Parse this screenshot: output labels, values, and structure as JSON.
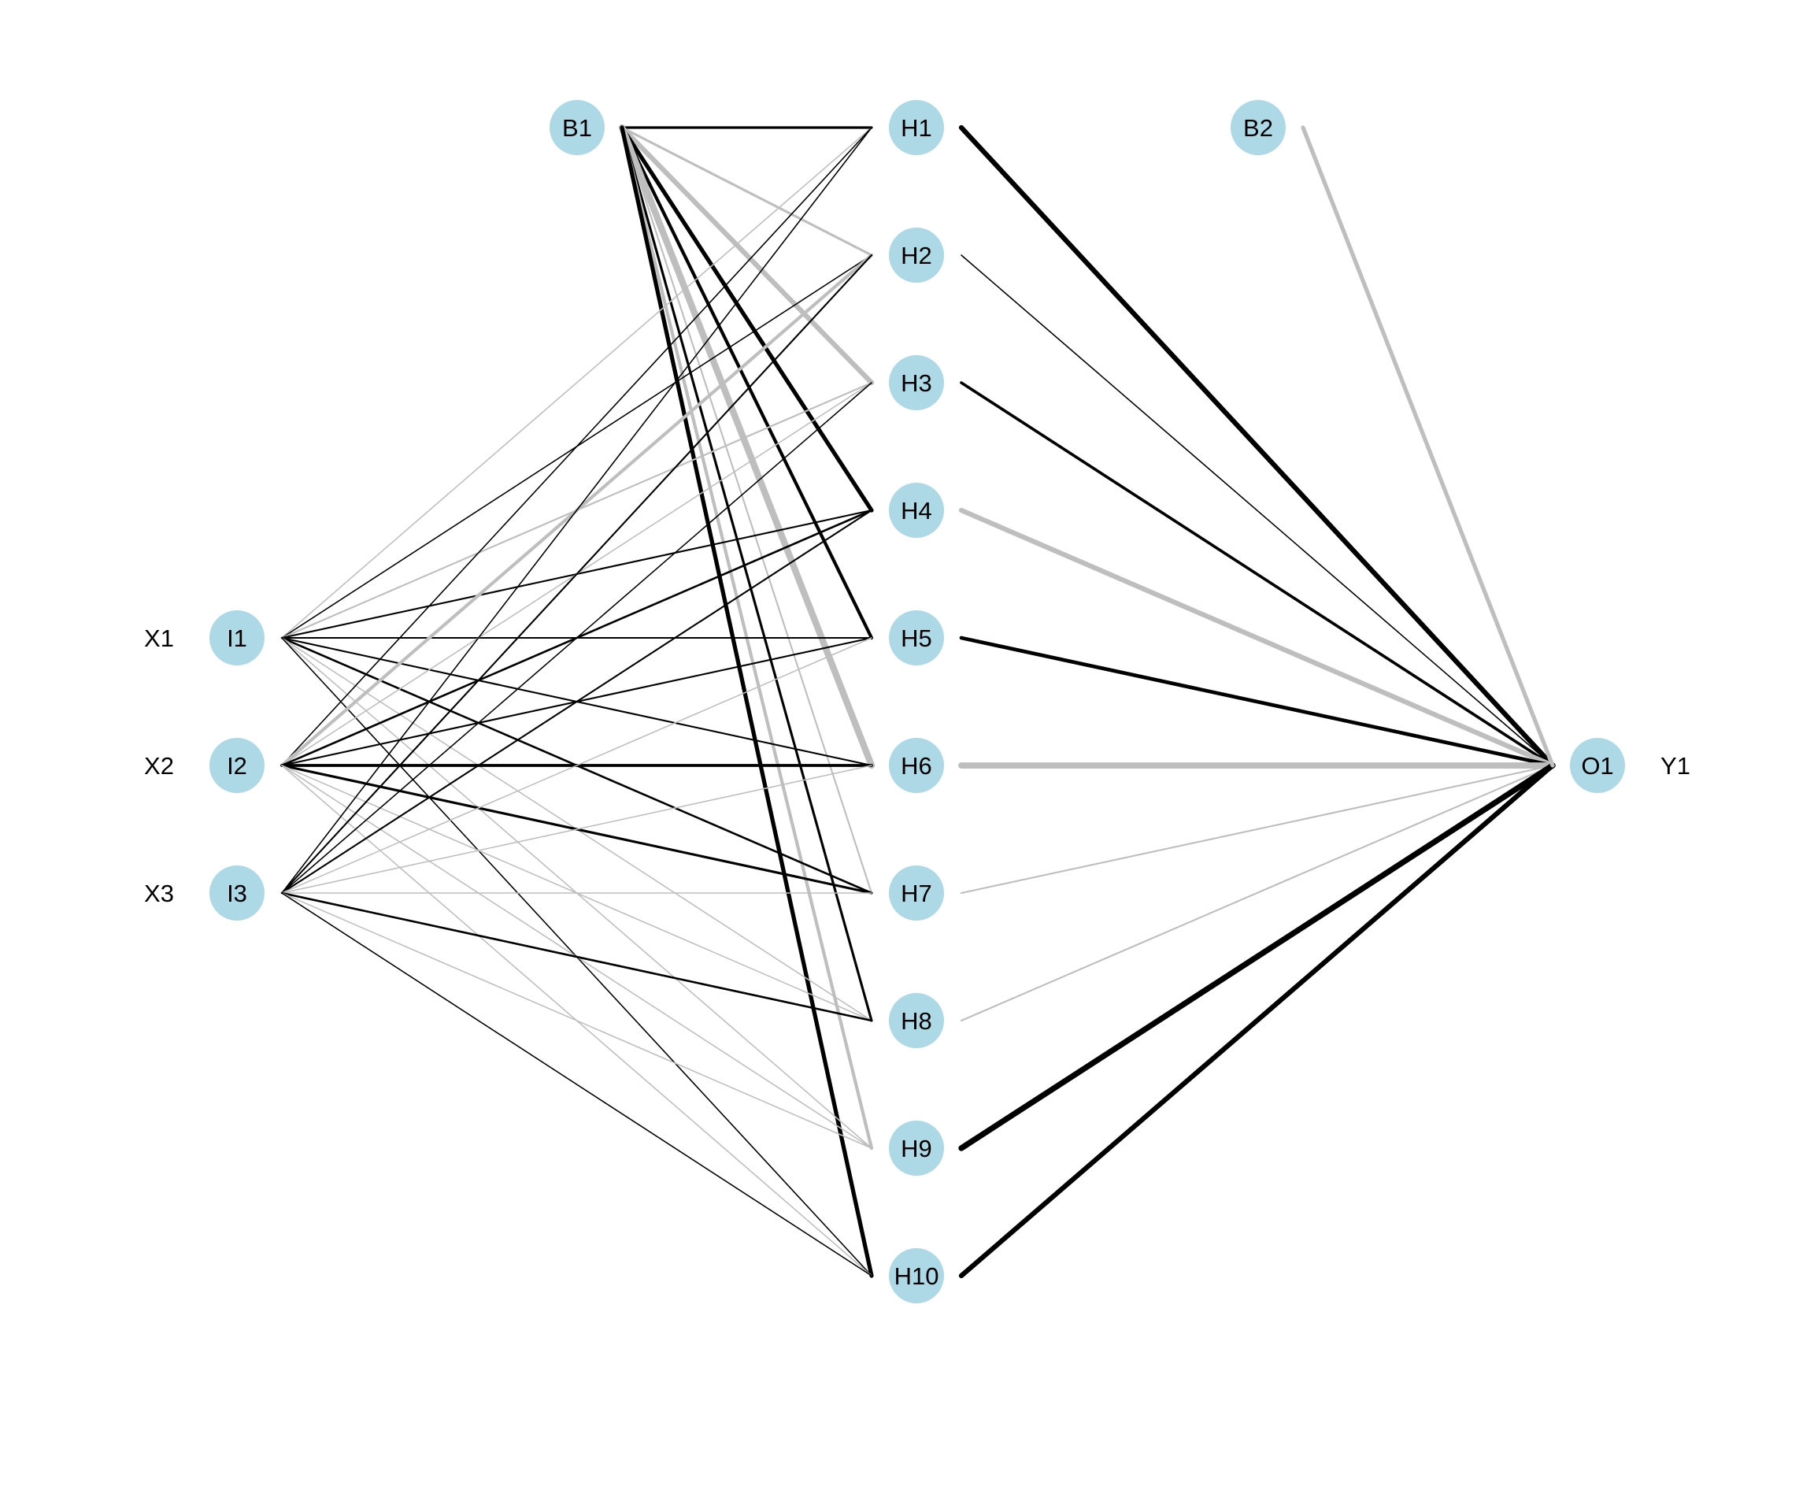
{
  "colors": {
    "positive": "#000000",
    "negative": "#bebebe",
    "node_fill": "#add8e6",
    "background": "#ffffff"
  },
  "layers": {
    "input": {
      "nodes": [
        "I1",
        "I2",
        "I3"
      ],
      "variables": [
        "X1",
        "X2",
        "X3"
      ]
    },
    "bias_hidden": "B1",
    "hidden": [
      "H1",
      "H2",
      "H3",
      "H4",
      "H5",
      "H6",
      "H7",
      "H8",
      "H9",
      "H10"
    ],
    "bias_output": "B2",
    "output": {
      "nodes": [
        "O1"
      ],
      "variables": [
        "Y1"
      ]
    }
  },
  "connections": [
    {
      "from": "B1",
      "to": "H1",
      "sign": "positive",
      "weight": 3
    },
    {
      "from": "B1",
      "to": "H2",
      "sign": "negative",
      "weight": 3
    },
    {
      "from": "B1",
      "to": "H3",
      "sign": "negative",
      "weight": 6
    },
    {
      "from": "B1",
      "to": "H4",
      "sign": "positive",
      "weight": 5
    },
    {
      "from": "B1",
      "to": "H5",
      "sign": "positive",
      "weight": 4
    },
    {
      "from": "B1",
      "to": "H6",
      "sign": "negative",
      "weight": 8
    },
    {
      "from": "B1",
      "to": "H7",
      "sign": "negative",
      "weight": 2
    },
    {
      "from": "B1",
      "to": "H8",
      "sign": "positive",
      "weight": 3
    },
    {
      "from": "B1",
      "to": "H9",
      "sign": "negative",
      "weight": 4
    },
    {
      "from": "B1",
      "to": "H10",
      "sign": "positive",
      "weight": 5
    },
    {
      "from": "I1",
      "to": "H1",
      "sign": "negative",
      "weight": 1.5
    },
    {
      "from": "I1",
      "to": "H2",
      "sign": "positive",
      "weight": 1.5
    },
    {
      "from": "I1",
      "to": "H3",
      "sign": "negative",
      "weight": 2
    },
    {
      "from": "I1",
      "to": "H4",
      "sign": "positive",
      "weight": 2
    },
    {
      "from": "I1",
      "to": "H5",
      "sign": "positive",
      "weight": 2
    },
    {
      "from": "I1",
      "to": "H6",
      "sign": "positive",
      "weight": 2
    },
    {
      "from": "I1",
      "to": "H7",
      "sign": "positive",
      "weight": 2.5
    },
    {
      "from": "I1",
      "to": "H8",
      "sign": "negative",
      "weight": 1.5
    },
    {
      "from": "I1",
      "to": "H9",
      "sign": "negative",
      "weight": 1.5
    },
    {
      "from": "I1",
      "to": "H10",
      "sign": "positive",
      "weight": 1.5
    },
    {
      "from": "I2",
      "to": "H1",
      "sign": "positive",
      "weight": 1.5
    },
    {
      "from": "I2",
      "to": "H2",
      "sign": "negative",
      "weight": 4
    },
    {
      "from": "I2",
      "to": "H3",
      "sign": "negative",
      "weight": 1.5
    },
    {
      "from": "I2",
      "to": "H4",
      "sign": "positive",
      "weight": 2.5
    },
    {
      "from": "I2",
      "to": "H5",
      "sign": "positive",
      "weight": 2
    },
    {
      "from": "I2",
      "to": "H6",
      "sign": "positive",
      "weight": 3.5
    },
    {
      "from": "I2",
      "to": "H7",
      "sign": "positive",
      "weight": 3
    },
    {
      "from": "I2",
      "to": "H8",
      "sign": "negative",
      "weight": 1.5
    },
    {
      "from": "I2",
      "to": "H9",
      "sign": "negative",
      "weight": 1.5
    },
    {
      "from": "I2",
      "to": "H10",
      "sign": "negative",
      "weight": 1.5
    },
    {
      "from": "I3",
      "to": "H1",
      "sign": "positive",
      "weight": 1.5
    },
    {
      "from": "I3",
      "to": "H2",
      "sign": "positive",
      "weight": 2
    },
    {
      "from": "I3",
      "to": "H3",
      "sign": "positive",
      "weight": 1.5
    },
    {
      "from": "I3",
      "to": "H4",
      "sign": "positive",
      "weight": 2
    },
    {
      "from": "I3",
      "to": "H5",
      "sign": "negative",
      "weight": 1.5
    },
    {
      "from": "I3",
      "to": "H6",
      "sign": "negative",
      "weight": 1.5
    },
    {
      "from": "I3",
      "to": "H7",
      "sign": "negative",
      "weight": 1.5
    },
    {
      "from": "I3",
      "to": "H8",
      "sign": "positive",
      "weight": 2.5
    },
    {
      "from": "I3",
      "to": "H9",
      "sign": "negative",
      "weight": 1.5
    },
    {
      "from": "I3",
      "to": "H10",
      "sign": "positive",
      "weight": 1.5
    },
    {
      "from": "H1",
      "to": "O1",
      "sign": "positive",
      "weight": 6
    },
    {
      "from": "H2",
      "to": "O1",
      "sign": "positive",
      "weight": 1.5
    },
    {
      "from": "H3",
      "to": "O1",
      "sign": "positive",
      "weight": 3.5
    },
    {
      "from": "H4",
      "to": "O1",
      "sign": "negative",
      "weight": 6
    },
    {
      "from": "H5",
      "to": "O1",
      "sign": "positive",
      "weight": 4.5
    },
    {
      "from": "H6",
      "to": "O1",
      "sign": "negative",
      "weight": 7.5
    },
    {
      "from": "H7",
      "to": "O1",
      "sign": "negative",
      "weight": 2
    },
    {
      "from": "H8",
      "to": "O1",
      "sign": "negative",
      "weight": 2
    },
    {
      "from": "H9",
      "to": "O1",
      "sign": "positive",
      "weight": 7
    },
    {
      "from": "H10",
      "to": "O1",
      "sign": "positive",
      "weight": 6
    },
    {
      "from": "B2",
      "to": "O1",
      "sign": "negative",
      "weight": 5
    }
  ]
}
